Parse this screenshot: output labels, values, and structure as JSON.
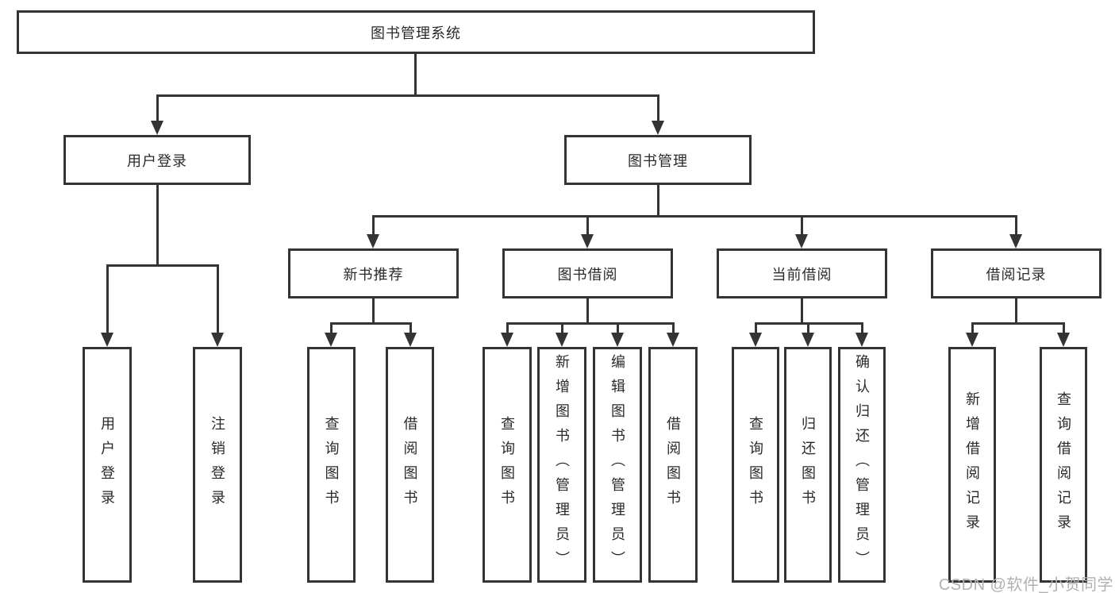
{
  "tree": {
    "label": "图书管理系统",
    "children": [
      {
        "label": "用户登录",
        "children": [
          {
            "label": "用户登录"
          },
          {
            "label": "注销登录"
          }
        ]
      },
      {
        "label": "图书管理",
        "children": [
          {
            "label": "新书推荐",
            "children": [
              {
                "label": "查询图书"
              },
              {
                "label": "借阅图书"
              }
            ]
          },
          {
            "label": "图书借阅",
            "children": [
              {
                "label": "查询图书"
              },
              {
                "label": "新增图书（管理员）"
              },
              {
                "label": "编辑图书（管理员）"
              },
              {
                "label": "借阅图书"
              }
            ]
          },
          {
            "label": "当前借阅",
            "children": [
              {
                "label": "查询图书"
              },
              {
                "label": "归还图书"
              },
              {
                "label": "确认归还（管理员）"
              }
            ]
          },
          {
            "label": "借阅记录",
            "children": [
              {
                "label": "新增借阅记录"
              },
              {
                "label": "查询借阅记录"
              }
            ]
          }
        ]
      }
    ]
  },
  "watermark": {
    "text": "CSDN @软件_小贺同学"
  },
  "colors": {
    "line": "#343434",
    "text": "#2a2a2a",
    "watermark": "#b1b1b1",
    "background": "#ffffff"
  }
}
